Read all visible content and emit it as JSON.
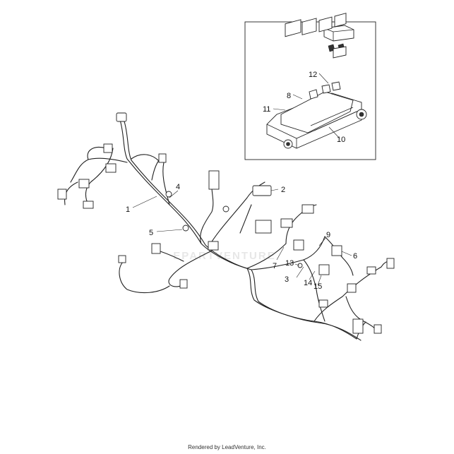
{
  "diagram": {
    "callouts": [
      {
        "id": "c1",
        "text": "1"
      },
      {
        "id": "c2",
        "text": "2"
      },
      {
        "id": "c3",
        "text": "3"
      },
      {
        "id": "c4",
        "text": "4"
      },
      {
        "id": "c5",
        "text": "5"
      },
      {
        "id": "c6",
        "text": "6"
      },
      {
        "id": "c7",
        "text": "7"
      },
      {
        "id": "c8",
        "text": "8"
      },
      {
        "id": "c9",
        "text": "9"
      },
      {
        "id": "c10",
        "text": "10"
      },
      {
        "id": "c11",
        "text": "11"
      },
      {
        "id": "c12",
        "text": "12"
      },
      {
        "id": "c13",
        "text": "13"
      },
      {
        "id": "c14",
        "text": "14"
      },
      {
        "id": "c15",
        "text": "15"
      }
    ],
    "watermark": "EPARTVENTURE",
    "footer": "Rendered by LeadVenture, Inc."
  }
}
